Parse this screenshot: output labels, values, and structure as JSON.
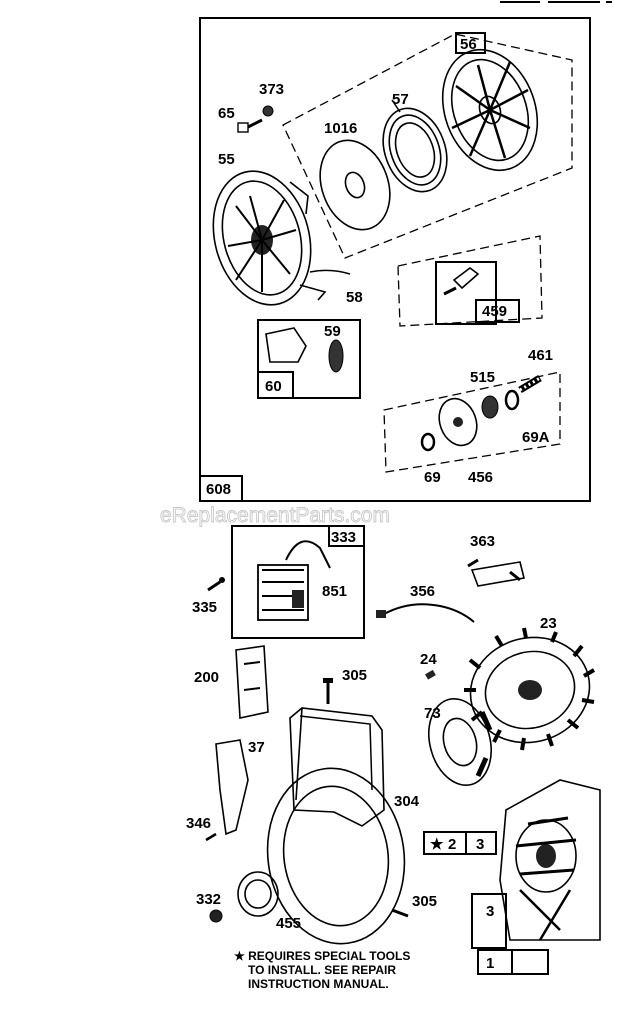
{
  "labels": {
    "l56a": "56",
    "l373": "373",
    "l65": "65",
    "l57": "57",
    "l1016": "1016",
    "l55": "55",
    "l58": "58",
    "l459": "459",
    "l59": "59",
    "l60": "60",
    "l461": "461",
    "l515": "515",
    "l69a": "69A",
    "l69": "69",
    "l456": "456",
    "l608": "608",
    "l333": "333",
    "l363": "363",
    "l335": "335",
    "l851": "851",
    "l356": "356",
    "l23": "23",
    "l200": "200",
    "l305a": "305",
    "l24": "24",
    "l73": "73",
    "l37": "37",
    "l304": "304",
    "l346": "346",
    "l2": "2",
    "l3a": "3",
    "l3b": "3",
    "l332": "332",
    "l455": "455",
    "l305b": "305",
    "l1": "1"
  },
  "star": "★",
  "watermark": "eReplacementParts.com",
  "note": {
    "line1": "★ REQUIRES SPECIAL TOOLS",
    "line2": "TO INSTALL.  SEE REPAIR",
    "line3": "INSTRUCTION MANUAL."
  }
}
